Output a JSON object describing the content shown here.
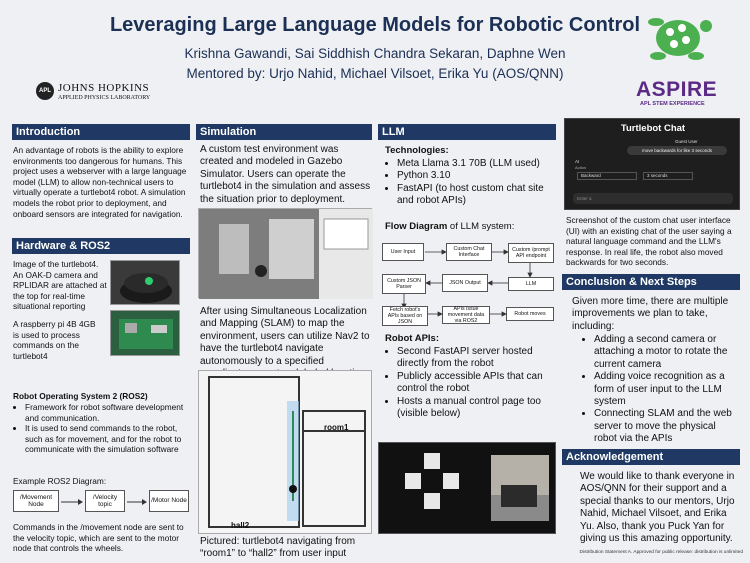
{
  "poster": {
    "title": "Leveraging Large Language Models for Robotic Control",
    "authors": "Krishna Gawandi, Sai Siddhish Chandra Sekaran, Daphne Wen",
    "mentors": "Mentored by: Urjo Nahid, Michael Vilsoet, Erika Yu (AOS/QNN)"
  },
  "logos": {
    "jhu_name": "JOHNS HOPKINS",
    "jhu_sub": "APPLIED PHYSICS LABORATORY",
    "apl_badge": "APL",
    "aspire": "ASPIRE",
    "aspire_sub": "APL STEM EXPERIENCE"
  },
  "introduction": {
    "header": "Introduction",
    "text": "An advantage of robots is the ability to explore environments too dangerous for humans. This project uses a webserver with a large language model (LLM) to allow non-technical users to virtually operate a turtlebot4 robot. A simulation models the robot prior to deployment, and onboard sensors are integrated for navigation."
  },
  "hardware": {
    "header": "Hardware & ROS2",
    "turtlebot_text": "Image of the turtlebot4. An OAK-D camera and RPLIDAR are attached at the top for real-time situational reporting",
    "pi_text": "A raspberry pi 4B 4GB is used to process commands on the turtlebot4",
    "ros_title": "Robot Operating System 2 (ROS2)",
    "ros_bullets": [
      "Framework for robot software development and communication.",
      "It is used to send commands to the robot, such as for movement, and for the robot to communicate with the simulation software"
    ],
    "diagram_label": "Example ROS2 Diagram:",
    "diagram_nodes": [
      "/Movement Node",
      "/Velocity topic",
      "/Motor Node"
    ],
    "footer_text": "Commands in the /movement node are sent to the velocity topic, which are sent to the motor node that controls the wheels."
  },
  "simulation": {
    "header": "Simulation",
    "text1": "A custom test environment was created and modeled in Gazebo Simulator. Users can operate the turtlebot4 in the simulation and assess the situation prior to deployment.",
    "text2": "After using Simultaneous Localization and Mapping (SLAM) to map the environment, users can utilize Nav2 to have the turtlebot4 navigate autonomously to a specified coordinate or custom labeled location.",
    "map_label1": "room1",
    "map_label2": "hall2",
    "caption": "Pictured: turtlebot4 navigating from “room1” to “hall2” from user input"
  },
  "llm": {
    "header": "LLM",
    "tech_title": "Technologies:",
    "tech": [
      "Meta Llama 3.1 70B (LLM used)",
      "Python 3.10",
      "FastAPI (to host custom chat site and robot APIs)"
    ],
    "flow_title_bold": "Flow Diagram",
    "flow_title_rest": " of LLM system:",
    "flow_nodes": [
      "User Input",
      "Custom Chat Interface",
      "Custom /prompt API endpoint",
      "Custom JSON Parser",
      "JSON Output",
      "LLM",
      "Fetch robot's APIs based on JSON",
      "APIs issue movement data via ROS2",
      "Robot moves"
    ],
    "api_title": "Robot APIs:",
    "api_bullets": [
      "Second FastAPI server hosted directly from the robot",
      "Publicly accessible APIs that can control the robot",
      "Hosts a manual control page too (visible below)"
    ]
  },
  "chat": {
    "title": "Turtlebot Chat",
    "guest": "Guest User",
    "message": "move backwards for like 3 seconds",
    "ai_label": "AI",
    "action": "Action",
    "direction": "Backward",
    "duration": "3 seconds",
    "input_placeholder": "Enter a",
    "caption": "Screenshot of the custom chat user interface (UI) with an existing chat of the user saying a natural language command and the LLM's response. In real life, the robot also moved backwards for two seconds."
  },
  "conclusion": {
    "header": "Conclusion & Next Steps",
    "intro": "Given more time, there are multiple improvements we plan to take, including:",
    "bullets": [
      "Adding a second camera or attaching a motor to rotate the current camera",
      "Adding voice recognition as a form of user input to the LLM system",
      "Connecting SLAM and the web server to move the physical robot via the APIs"
    ]
  },
  "acknowledgement": {
    "header": "Acknowledgement",
    "text": "We would like to thank everyone in AOS/QNN for their support and a special thanks to our mentors, Urjo Nahid, Michael Vilsoet, and Erika Yu. Also, thank you Puck Yan for giving us this amazing opportunity."
  },
  "footer": {
    "distribution": "Distribution Statement A. Approved for public release: distribution is unlimited"
  },
  "colors": {
    "header_bg": "#1f3864",
    "title": "#1c2f55",
    "aspire_green": "#4caf50",
    "aspire_purple": "#5b2a86"
  }
}
